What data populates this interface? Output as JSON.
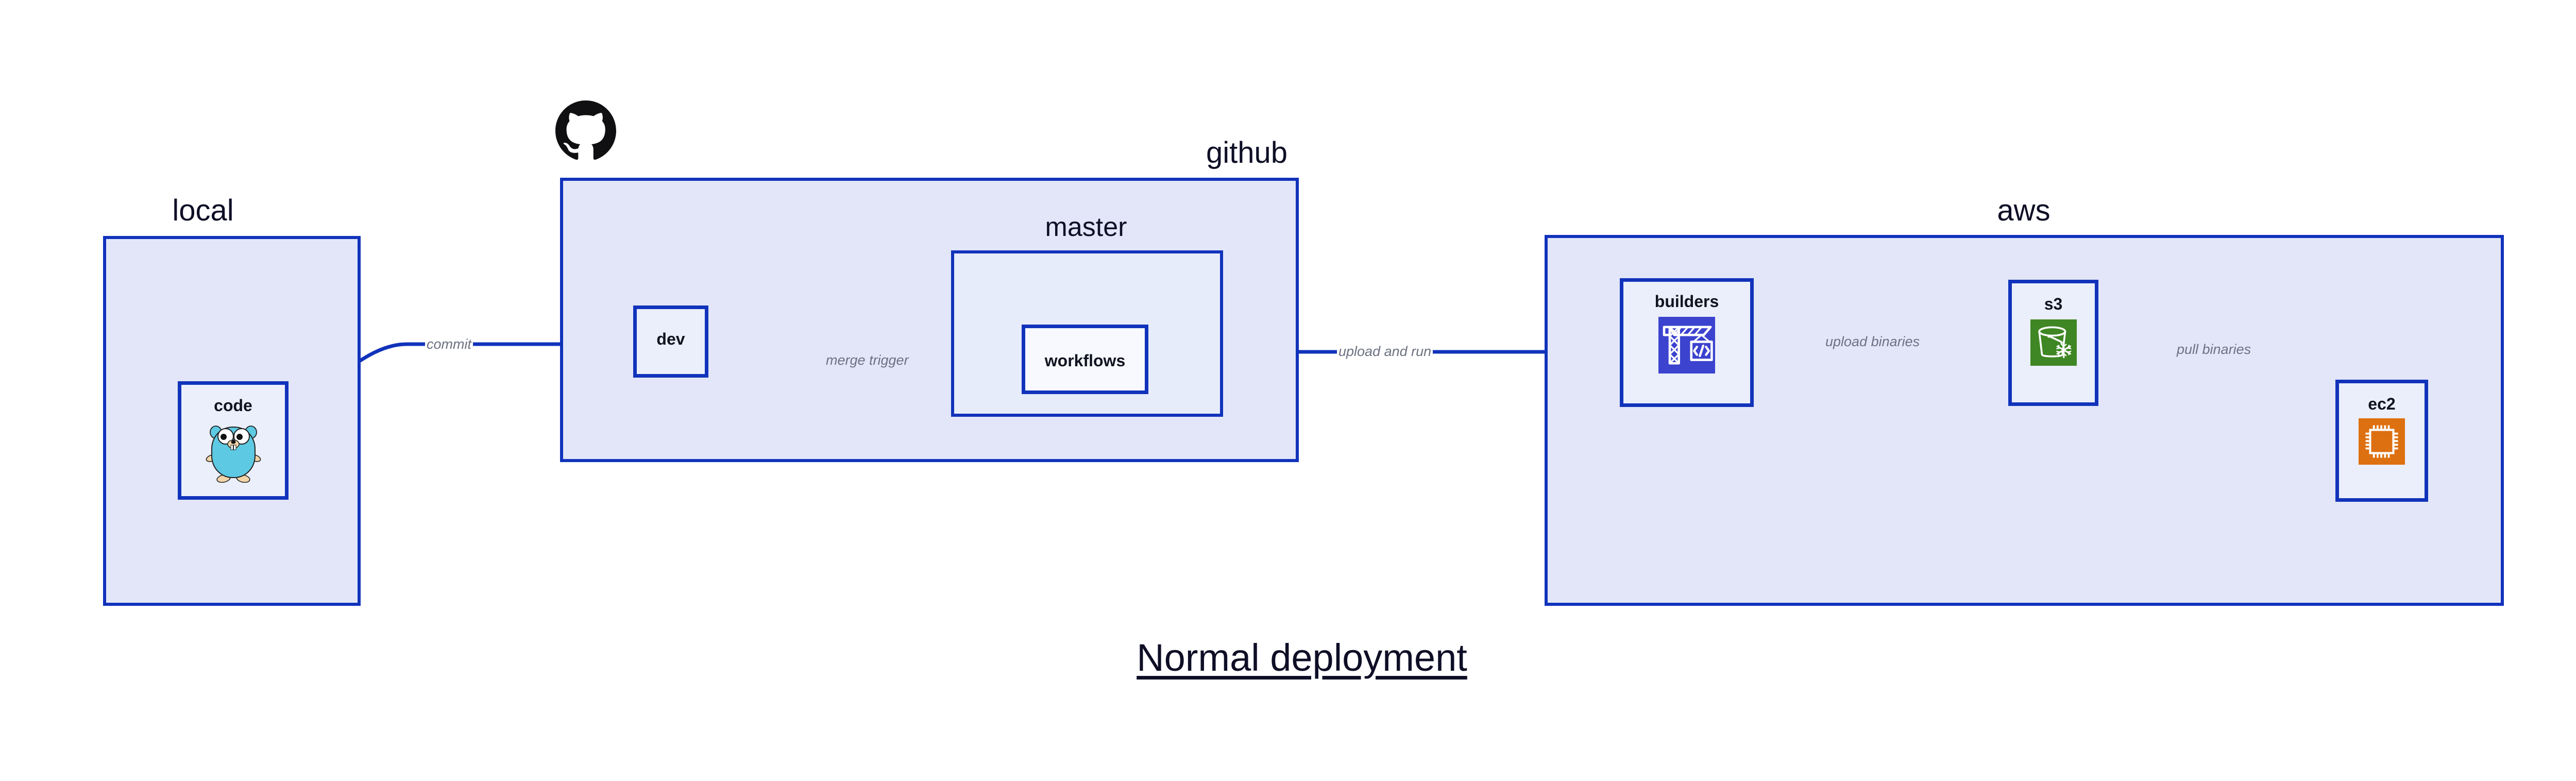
{
  "caption": "Normal deployment",
  "groups": {
    "local": {
      "label": "local"
    },
    "github": {
      "label": "github"
    },
    "master": {
      "label": "master"
    },
    "aws": {
      "label": "aws"
    }
  },
  "nodes": {
    "code": {
      "label": "code",
      "icon": "golang-gopher-icon"
    },
    "dev": {
      "label": "dev",
      "icon": "none"
    },
    "workflows": {
      "label": "workflows",
      "icon": "none"
    },
    "builders": {
      "label": "builders",
      "icon": "aws-codebuild-icon"
    },
    "s3": {
      "label": "s3",
      "icon": "aws-s3-glacier-icon"
    },
    "ec2": {
      "label": "ec2",
      "icon": "aws-ec2-chip-icon"
    }
  },
  "edges": {
    "commit": "commit",
    "merge_trigger": "merge trigger",
    "upload_and_run": "upload and run",
    "upload_binaries": "upload binaries",
    "pull_binaries": "pull binaries"
  },
  "logos": {
    "github": "github-octocat-icon"
  },
  "colors": {
    "group_fill": "#e2e6f8",
    "group_border": "#1133bb",
    "node_fill": "#eaeffb",
    "subgroup_fill": "#e7ecfb",
    "edge_line": "#1133bb",
    "edge_label_text": "#6d7180",
    "title_text": "#0e0f26",
    "codebuild_icon": "#3c43cf",
    "s3_icon": "#3f8624",
    "ec2_icon": "#dd7011",
    "gopher_body": "#5dc9e2",
    "background": "#ffffff"
  }
}
